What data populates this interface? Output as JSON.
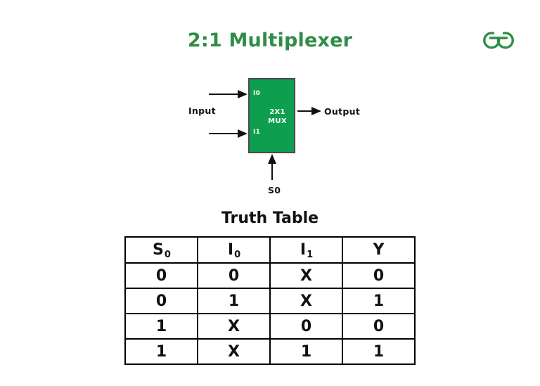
{
  "page": {
    "title": "2:1 Multiplexer",
    "title_color": "#2f8d46",
    "background": "#ffffff"
  },
  "brand": {
    "logo_name": "geeksforgeeks-logo",
    "logo_color": "#2f8d46"
  },
  "diagram": {
    "name": "2x1 multiplexer block diagram",
    "block": {
      "fill_color": "#0e9e4f",
      "border_color": "#4a4a4a",
      "center_label_line1": "2X1",
      "center_label_line2": "MUX",
      "input_port_0": "I0",
      "input_port_1": "I1"
    },
    "labels": {
      "input": "Input",
      "output": "Output",
      "select": "S0"
    }
  },
  "truth_table": {
    "heading": "Truth Table",
    "columns": [
      {
        "base": "S",
        "sub": "0"
      },
      {
        "base": "I",
        "sub": "0"
      },
      {
        "base": "I",
        "sub": "1"
      },
      {
        "base": "Y",
        "sub": ""
      }
    ],
    "rows": [
      [
        "0",
        "0",
        "X",
        "0"
      ],
      [
        "0",
        "1",
        "X",
        "1"
      ],
      [
        "1",
        "X",
        "0",
        "0"
      ],
      [
        "1",
        "X",
        "1",
        "1"
      ]
    ]
  }
}
